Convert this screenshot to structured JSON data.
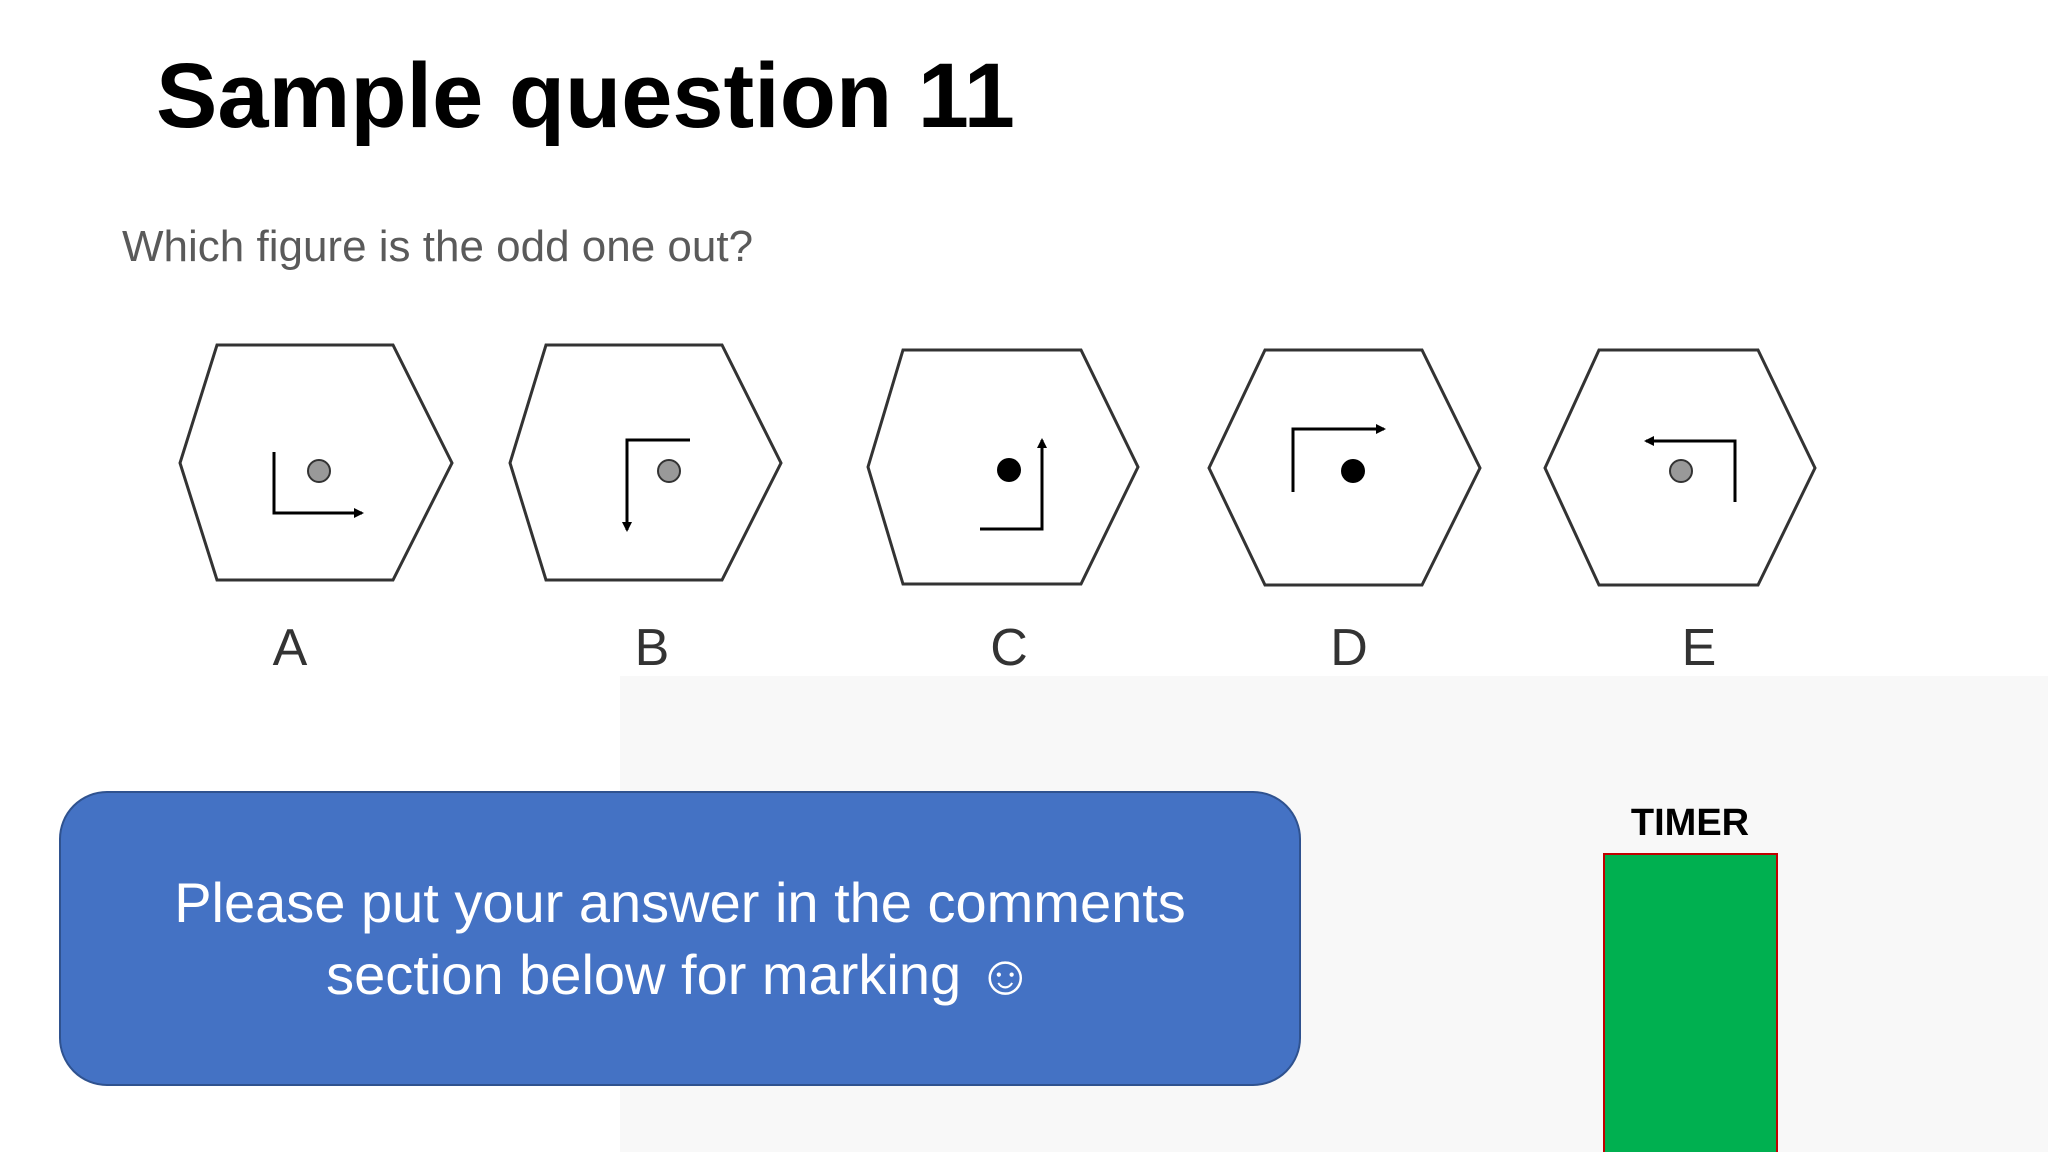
{
  "slide": {
    "title": "Sample question 11",
    "question": "Which figure is the odd one out?",
    "options": [
      {
        "label": "A"
      },
      {
        "label": "B"
      },
      {
        "label": "C"
      },
      {
        "label": "D"
      },
      {
        "label": "E"
      }
    ],
    "answer_prompt": "Please put your answer in the comments section below for marking ☺",
    "timer": {
      "label": "TIMER",
      "remaining_fraction": 1.0,
      "fill_color": "#00b050",
      "border_color": "#c00000"
    },
    "colors": {
      "answer_box": "#4472c4",
      "question_text": "#5a5a5a"
    }
  }
}
